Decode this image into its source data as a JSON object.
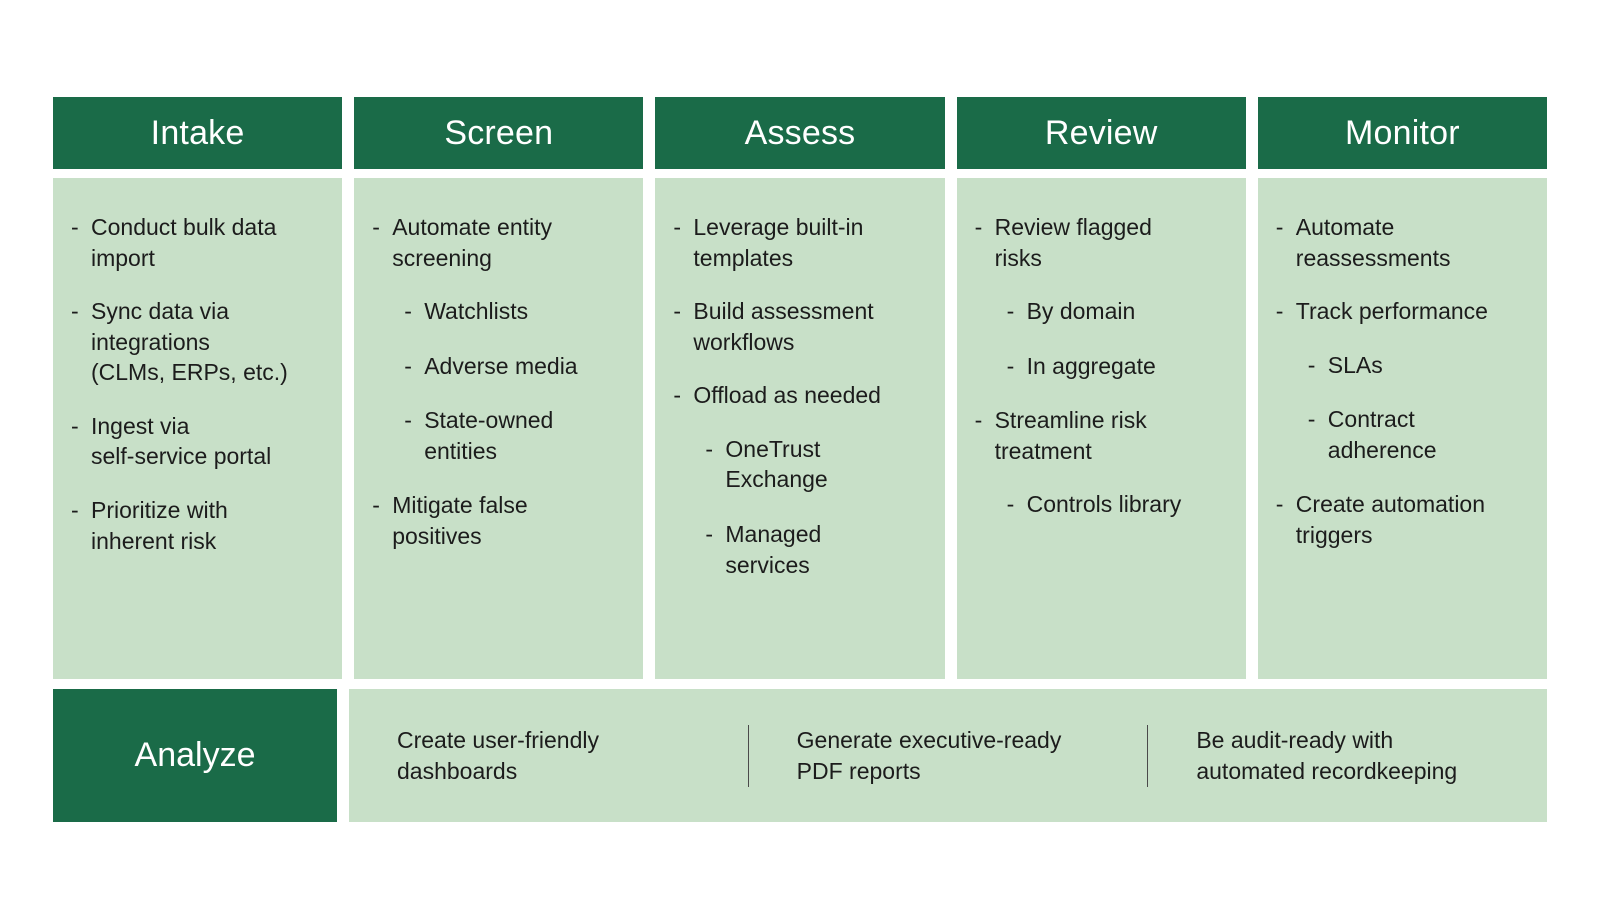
{
  "theme": {
    "header_green": "#1a6b48",
    "panel_green": "#c8e0c8",
    "text_dark": "#1c1c1c",
    "text_light": "#ffffff",
    "divider": "#4a4a4a"
  },
  "columns": [
    {
      "title": "Intake",
      "bullets": [
        {
          "level": 1,
          "text": "Conduct bulk data\nimport"
        },
        {
          "level": 1,
          "text": "Sync data via\nintegrations\n(CLMs, ERPs, etc.)"
        },
        {
          "level": 1,
          "text": "Ingest via\nself-service portal"
        },
        {
          "level": 1,
          "text": "Prioritize with\ninherent risk"
        }
      ]
    },
    {
      "title": "Screen",
      "bullets": [
        {
          "level": 1,
          "text": "Automate entity\nscreening"
        },
        {
          "level": 2,
          "text": "Watchlists"
        },
        {
          "level": 2,
          "text": "Adverse media"
        },
        {
          "level": 2,
          "text": "State-owned\nentities"
        },
        {
          "level": 1,
          "text": "Mitigate false\npositives"
        }
      ]
    },
    {
      "title": "Assess",
      "bullets": [
        {
          "level": 1,
          "text": "Leverage built-in\ntemplates"
        },
        {
          "level": 1,
          "text": "Build assessment\nworkflows"
        },
        {
          "level": 1,
          "text": "Offload as needed"
        },
        {
          "level": 2,
          "text": "OneTrust\nExchange"
        },
        {
          "level": 2,
          "text": "Managed\nservices"
        }
      ]
    },
    {
      "title": "Review",
      "bullets": [
        {
          "level": 1,
          "text": "Review flagged\nrisks"
        },
        {
          "level": 2,
          "text": "By domain"
        },
        {
          "level": 2,
          "text": "In aggregate"
        },
        {
          "level": 1,
          "text": "Streamline risk\ntreatment"
        },
        {
          "level": 2,
          "text": "Controls library"
        }
      ]
    },
    {
      "title": "Monitor",
      "bullets": [
        {
          "level": 1,
          "text": "Automate\nreassessments"
        },
        {
          "level": 1,
          "text": "Track performance"
        },
        {
          "level": 2,
          "text": "SLAs"
        },
        {
          "level": 2,
          "text": "Contract\nadherence"
        },
        {
          "level": 1,
          "text": "Create automation\ntriggers"
        }
      ]
    }
  ],
  "bottom": {
    "title": "Analyze",
    "items": [
      "Create user-friendly\ndashboards",
      "Generate executive-ready\nPDF reports",
      "Be audit-ready with\nautomated recordkeeping"
    ]
  },
  "bullet_marker": "-"
}
